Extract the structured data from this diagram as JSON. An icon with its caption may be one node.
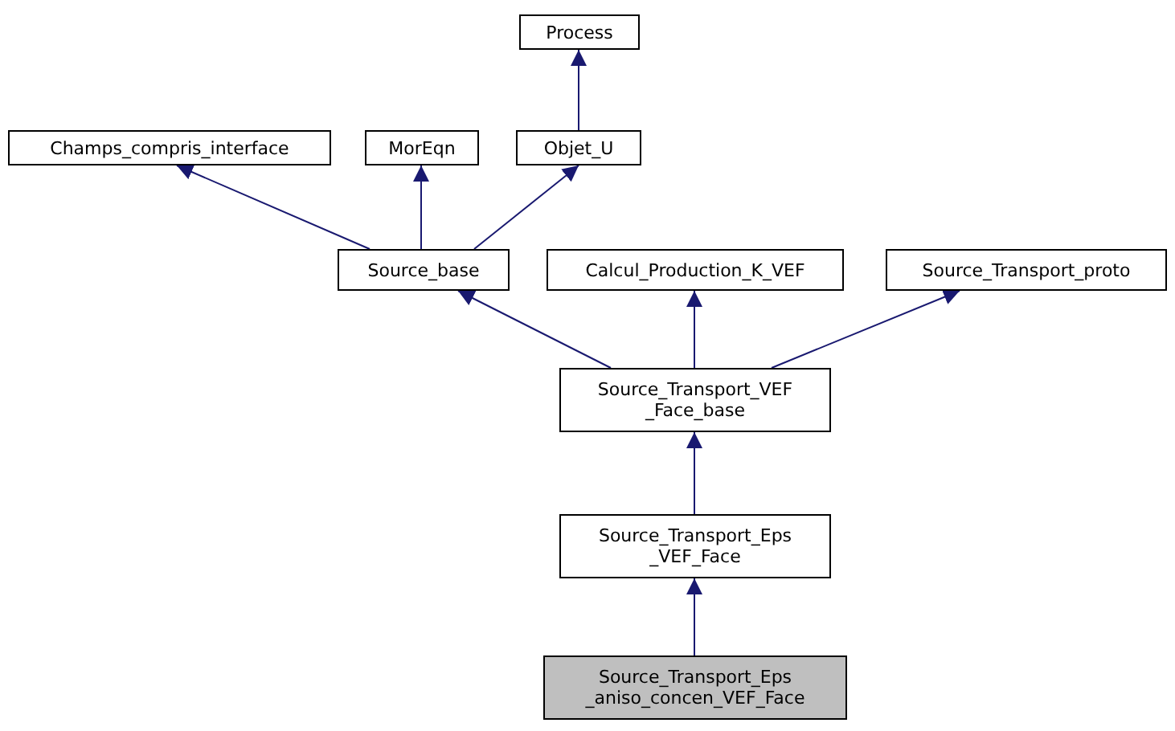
{
  "diagram": {
    "nodes": [
      {
        "text": [
          "Process"
        ]
      },
      {
        "text": [
          "Champs_compris_interface"
        ]
      },
      {
        "text": [
          "MorEqn"
        ]
      },
      {
        "text": [
          "Objet_U"
        ]
      },
      {
        "text": [
          "Source_base"
        ]
      },
      {
        "text": [
          "Calcul_Production_K_VEF"
        ]
      },
      {
        "text": [
          "Source_Transport_proto"
        ]
      },
      {
        "text": [
          "Source_Transport_VEF _Face_base"
        ]
      },
      {
        "text": [
          "Source_Transport_Eps _VEF_Face"
        ]
      },
      {
        "text": [
          "Source_Transport_Eps _aniso_concen_VEF_Face"
        ]
      }
    ],
    "edges": [
      {
        "from": 3,
        "to": 0,
        "arrow": "to"
      },
      {
        "from": 4,
        "to": 1,
        "arrow": "to"
      },
      {
        "from": 4,
        "to": 2,
        "arrow": "to"
      },
      {
        "from": 4,
        "to": 3,
        "arrow": "to"
      },
      {
        "from": 7,
        "to": 4,
        "arrow": "to"
      },
      {
        "from": 7,
        "to": 5,
        "arrow": "to"
      },
      {
        "from": 7,
        "to": 6,
        "arrow": "to"
      },
      {
        "from": 8,
        "to": 7,
        "arrow": "to"
      },
      {
        "from": 9,
        "to": 8,
        "arrow": "to"
      }
    ]
  }
}
